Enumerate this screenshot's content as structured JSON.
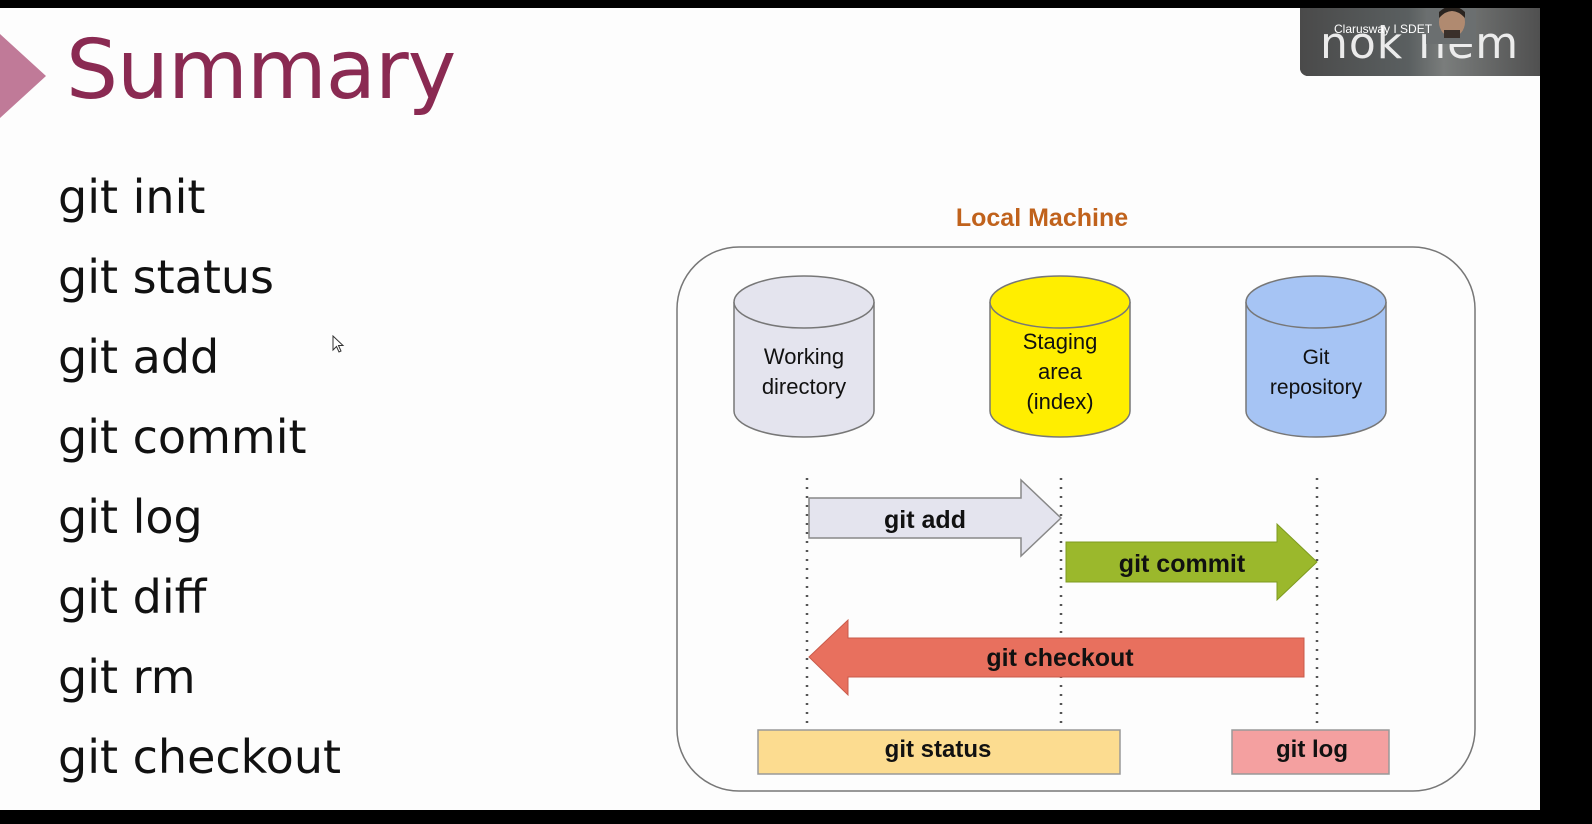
{
  "slide": {
    "title": "Summary",
    "commands": [
      "git init",
      "git status",
      "git add",
      "git commit",
      "git log",
      "git diff",
      "git rm",
      "git checkout"
    ]
  },
  "diagram": {
    "heading": "Local Machine",
    "stores": [
      {
        "lines": [
          "Working",
          "directory"
        ],
        "color": "#e4e4ee"
      },
      {
        "lines": [
          "Staging",
          "area",
          "(index)"
        ],
        "color": "#ffee00"
      },
      {
        "lines": [
          "Git",
          "repository"
        ],
        "color": "#a6c4f4"
      }
    ],
    "arrows": {
      "add": {
        "label": "git add",
        "color": "#e4e4ee"
      },
      "commit": {
        "label": "git commit",
        "color": "#9bb82c"
      },
      "checkout": {
        "label": "git checkout",
        "color": "#e8705e"
      }
    },
    "boxes": {
      "status": {
        "label": "git status",
        "color": "#fcdc90"
      },
      "log": {
        "label": "git log",
        "color": "#f4a0a0"
      }
    },
    "heading_color": "#c0621c"
  },
  "video": {
    "participant": "Clarusway I SDET",
    "overlay_text": "nok nem"
  }
}
